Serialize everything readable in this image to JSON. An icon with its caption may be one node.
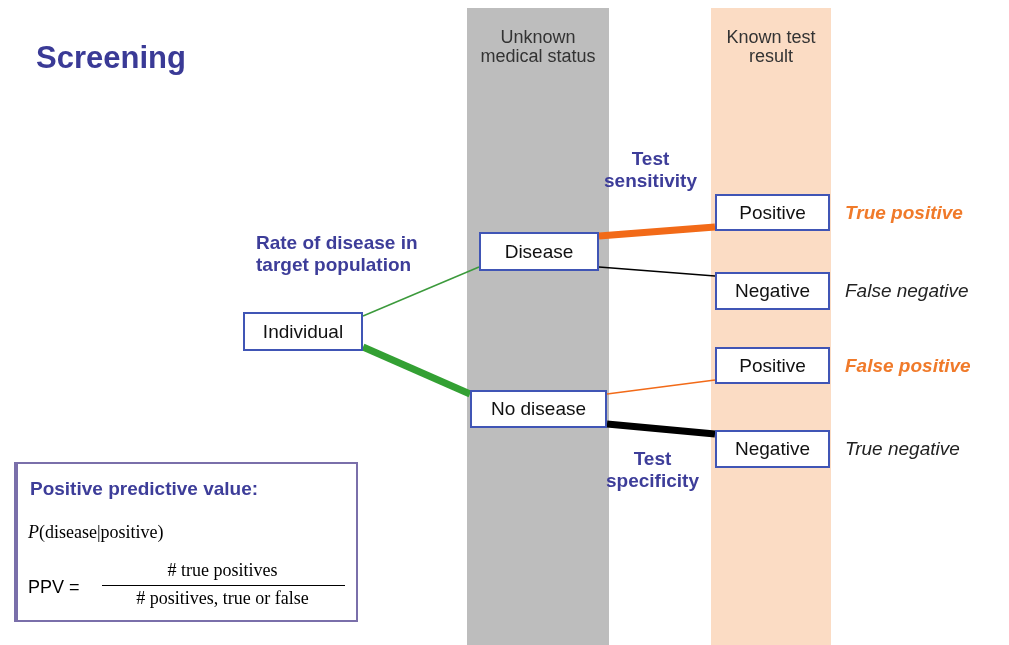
{
  "diagram": {
    "title": "Screening",
    "nodes": [
      {
        "text": [
          "Unknown medical status"
        ]
      },
      {
        "text": [
          "Known test result"
        ]
      },
      {
        "text": [
          "Individual"
        ]
      },
      {
        "text": [
          "Disease"
        ],
        "in": 0
      },
      {
        "text": [
          "No disease"
        ],
        "in": 0
      },
      {
        "text": [
          "Positive"
        ],
        "in": 1,
        "beside": [
          "True positive"
        ]
      },
      {
        "text": [
          "Negative"
        ],
        "in": 1,
        "beside": [
          "False negative"
        ]
      },
      {
        "text": [
          "Positive"
        ],
        "in": 1,
        "beside": [
          "False positive"
        ]
      },
      {
        "text": [
          "Negative"
        ],
        "in": 1,
        "beside": [
          "True negative"
        ]
      },
      {
        "text": [
          "Positive predictive value:",
          "*P*(disease|positive)",
          "PPV =",
          "# true positives",
          "# positives, true or false"
        ]
      }
    ],
    "edges": [
      {
        "from": 2,
        "to": 3,
        "arrow": "none",
        "label": "Rate of disease in target population",
        "color": "#3c9a3c"
      },
      {
        "from": 2,
        "to": 4,
        "arrow": "none",
        "style": "thick",
        "color": "#33a033"
      },
      {
        "from": 3,
        "to": 5,
        "arrow": "none",
        "label": "Test sensitivity",
        "style": "thick",
        "color": "#f26a18"
      },
      {
        "from": 3,
        "to": 6,
        "arrow": "none",
        "color": "#000000"
      },
      {
        "from": 4,
        "to": 7,
        "arrow": "none",
        "color": "#f26a18"
      },
      {
        "from": 4,
        "to": 8,
        "arrow": "none",
        "label": "Test specificity",
        "style": "thick",
        "color": "#000000"
      }
    ]
  }
}
